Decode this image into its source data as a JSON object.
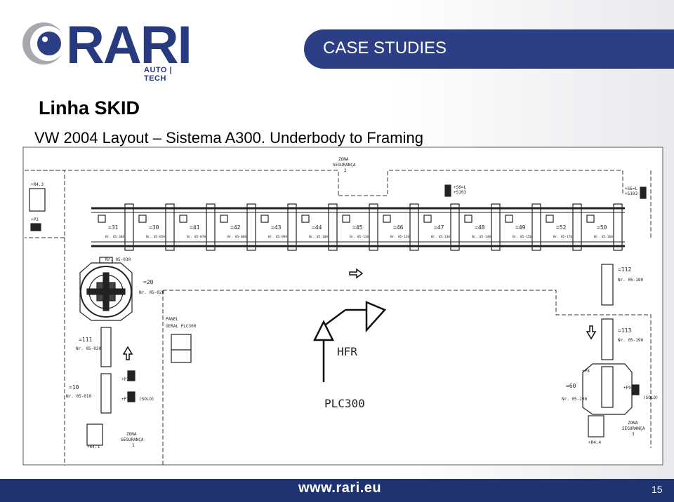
{
  "logo": {
    "word": "RARI",
    "sub": "AUTO | TECH"
  },
  "header": {
    "banner": "CASE STUDIES"
  },
  "slide": {
    "title": "Linha SKID",
    "subtitle": "VW 2004 Layout – Sistema A300. Underbody to Framing"
  },
  "diagram": {
    "zones": {
      "top": [
        "ZONA",
        "SEGURANÇA",
        "2"
      ],
      "left_bottom": [
        "ZONA",
        "SEGURANÇA",
        "1"
      ],
      "right_bottom": [
        "ZONA",
        "SEGURANÇA",
        "3"
      ]
    },
    "panels": {
      "left_top": "+R4.3",
      "left_bottom": "+R4.1",
      "right_bottom": "+R4.4",
      "p3": "+P3",
      "p1": "+P1",
      "p2": "+P2",
      "p9": "+P9",
      "p8": "+P8"
    },
    "stations_top": [
      "=31",
      "=30",
      "=41",
      "=42",
      "=43",
      "=44",
      "=45",
      "=46",
      "=47",
      "=48",
      "=49",
      "=52",
      "=50"
    ],
    "station_codes_top": [
      "Nr. 05-300",
      "Nr. 05-050",
      "Nr. 05-070",
      "Nr. 05-080",
      "Nr. 05-090",
      "Nr. 05-100",
      "Nr. 05-110",
      "Nr. 05-120",
      "Nr. 05-130",
      "Nr. 05-140",
      "Nr. 05-150",
      "Nr. 05-170",
      "Nr. 05-160"
    ],
    "stations_side": {
      "s20": "=20",
      "s20_code": "Nr. 05-020",
      "s20b_code": "Nr. 05-030",
      "s111": "=111",
      "s111_code": "Nr. 05-020",
      "s10": "=10",
      "s10_code": "Nr. 05-010",
      "s112": "=112",
      "s112_code": "Nr. 05-180",
      "s113": "=113",
      "s113_code": "Nr. 05-190",
      "s60": "=60",
      "s60_code": "Nr. 05-200"
    },
    "sols": {
      "top": [
        "+S6=L",
        "+S103"
      ],
      "left": "(SOLO)",
      "right": "(SOLO)"
    },
    "panel_label": [
      "PANEL",
      "GERAL PLC300"
    ],
    "hfr": "HFR",
    "plc": "PLC300"
  },
  "footer": {
    "url": "www.rari.eu",
    "page": "15"
  },
  "colors": {
    "brand": "#2c3e86",
    "footer": "#1e3370",
    "logo_grey": "#9a9a9a"
  }
}
